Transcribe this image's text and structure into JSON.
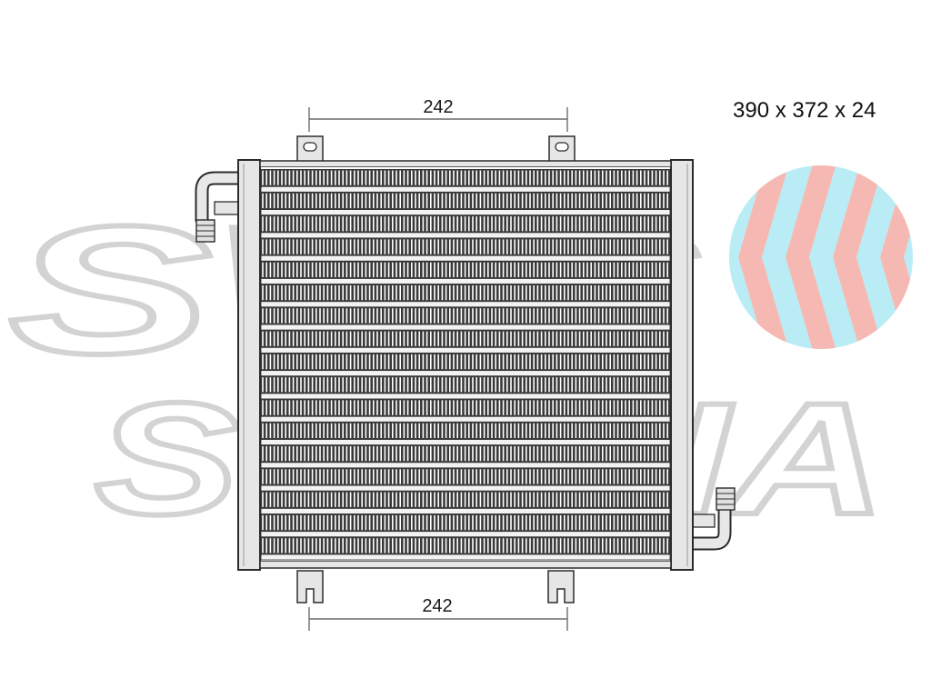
{
  "drawing": {
    "dimension_top": "242",
    "dimension_bottom": "242",
    "overall_size": "390 x 372 x 24"
  },
  "watermark": {
    "line1": "SWS",
    "line2": "SCATIA"
  },
  "colors": {
    "outline": "#2b2b2b",
    "core_dark": "#3a3a3a",
    "frame_fill": "#e6e6e6",
    "watermark_stroke": "#cfcfcf",
    "logo_red": "#f6b8b3",
    "logo_cyan": "#b9ecf4"
  }
}
